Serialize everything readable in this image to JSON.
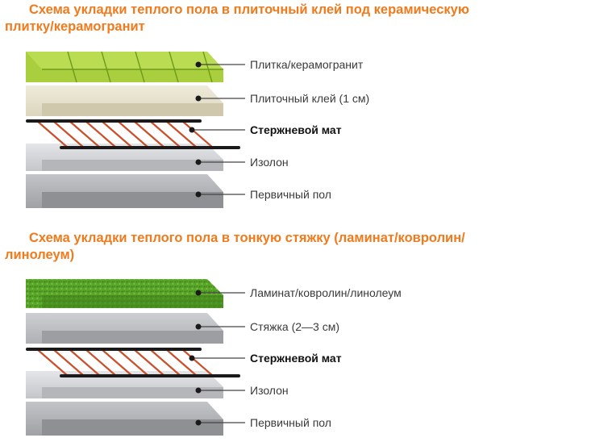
{
  "colors": {
    "title": "#f07a1c",
    "tile_green": "#a9cf3e",
    "adhesive": "#e8e3cf",
    "heating_cable": "#c9502a",
    "mat_rod": "#1a1a1a",
    "izolon": "#cfd0d4",
    "concrete": "#a7a9ad",
    "laminate_green": "#4f9a24",
    "screed": "#b9bbbe"
  },
  "sections": [
    {
      "title_lines": [
        "Схема укладки теплого пола в плиточный клей под керамическую",
        "плитку/керамогранит"
      ],
      "layers": [
        {
          "kind": "tile",
          "label": "Плитка/керамогранит",
          "bold": false
        },
        {
          "kind": "adhesive",
          "label": "Плиточный клей (1 см)",
          "bold": false
        },
        {
          "kind": "mat",
          "label": "Стержневой мат",
          "bold": true
        },
        {
          "kind": "izolon",
          "label": "Изолон",
          "bold": false
        },
        {
          "kind": "concrete",
          "label": "Первичный пол",
          "bold": false
        }
      ]
    },
    {
      "title_lines": [
        "Схема укладки теплого пола в тонкую стяжку (ламинат/ковролин/",
        "линолеум)"
      ],
      "layers": [
        {
          "kind": "laminate",
          "label": "Ламинат/ковролин/линолеум",
          "bold": false
        },
        {
          "kind": "screed",
          "label": "Стяжка (2—3 см)",
          "bold": false
        },
        {
          "kind": "mat",
          "label": "Стержневой мат",
          "bold": true
        },
        {
          "kind": "izolon",
          "label": "Изолон",
          "bold": false
        },
        {
          "kind": "concrete",
          "label": "Первичный пол",
          "bold": false
        }
      ]
    }
  ]
}
